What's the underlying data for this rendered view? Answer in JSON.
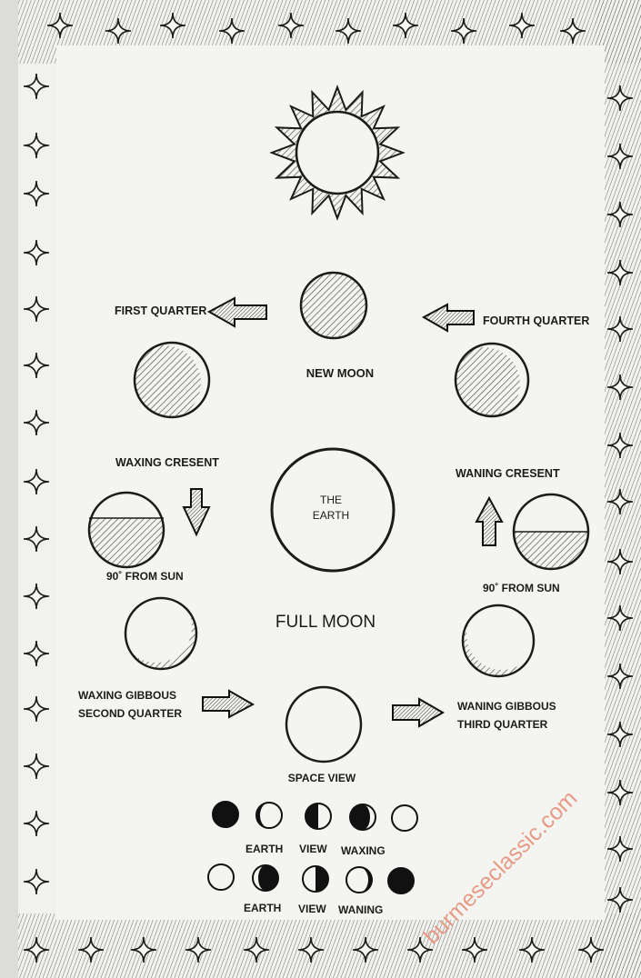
{
  "labels": {
    "new_moon": "NEW MOON",
    "first_quarter": "FIRST QUARTER",
    "fourth_quarter": "FOURTH QUARTER",
    "waxing_cresent": "WAXING CRESENT",
    "waning_cresent": "WANING CRESENT",
    "the_earth_line1": "THE",
    "the_earth_line2": "EARTH",
    "from_sun_left": "90˚ FROM SUN",
    "from_sun_right": "90˚ FROM SUN",
    "full_moon": "FULL MOON",
    "waxing_gibbous_line1": "WAXING GIBBOUS",
    "waxing_gibbous_line2": "SECOND QUARTER",
    "waning_gibbous_line1": "WANING GIBBOUS",
    "waning_gibbous_line2": "THIRD QUARTER",
    "space_view": "SPACE VIEW"
  },
  "legend": {
    "waxing": {
      "word1": "EARTH",
      "word2": "VIEW",
      "word3": "WAXING"
    },
    "waning": {
      "word1": "EARTH",
      "word2": "VIEW",
      "word3": "WANING"
    }
  },
  "watermark": "burmeseclassic.com",
  "colors": {
    "ink": "#1b1b1b",
    "paper": "#f1f1ee",
    "hatch": "#8a8a8a",
    "watermark": "#e79b86"
  }
}
